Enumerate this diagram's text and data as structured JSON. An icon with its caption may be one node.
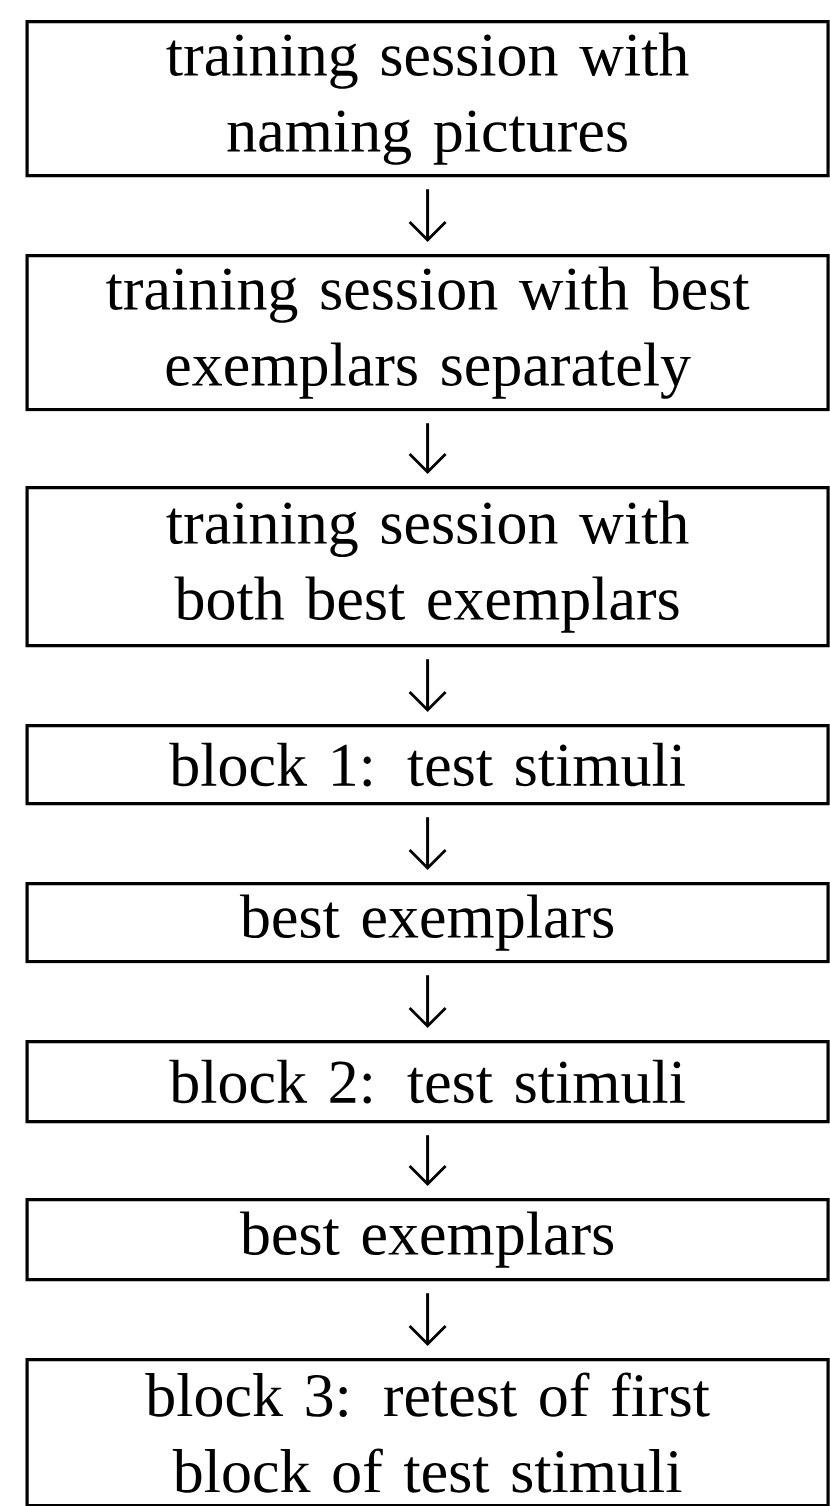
{
  "diagram": {
    "nodes": [
      {
        "text": [
          "training session with naming pictures"
        ]
      },
      {
        "text": [
          "training session with best exemplars separately"
        ]
      },
      {
        "text": [
          "training session with both best exemplars"
        ]
      },
      {
        "text": [
          "block 1: test stimuli"
        ]
      },
      {
        "text": [
          "best exemplars"
        ]
      },
      {
        "text": [
          "block 2: test stimuli"
        ]
      },
      {
        "text": [
          "best exemplars"
        ]
      },
      {
        "text": [
          "block 3: retest of first block of test stimuli"
        ]
      }
    ],
    "edges": [
      {
        "from": 0,
        "to": 1,
        "arrow": "to"
      },
      {
        "from": 1,
        "to": 2,
        "arrow": "to"
      },
      {
        "from": 2,
        "to": 3,
        "arrow": "to"
      },
      {
        "from": 3,
        "to": 4,
        "arrow": "to"
      },
      {
        "from": 4,
        "to": 5,
        "arrow": "to"
      },
      {
        "from": 5,
        "to": 6,
        "arrow": "to"
      },
      {
        "from": 6,
        "to": 7,
        "arrow": "to"
      }
    ]
  }
}
